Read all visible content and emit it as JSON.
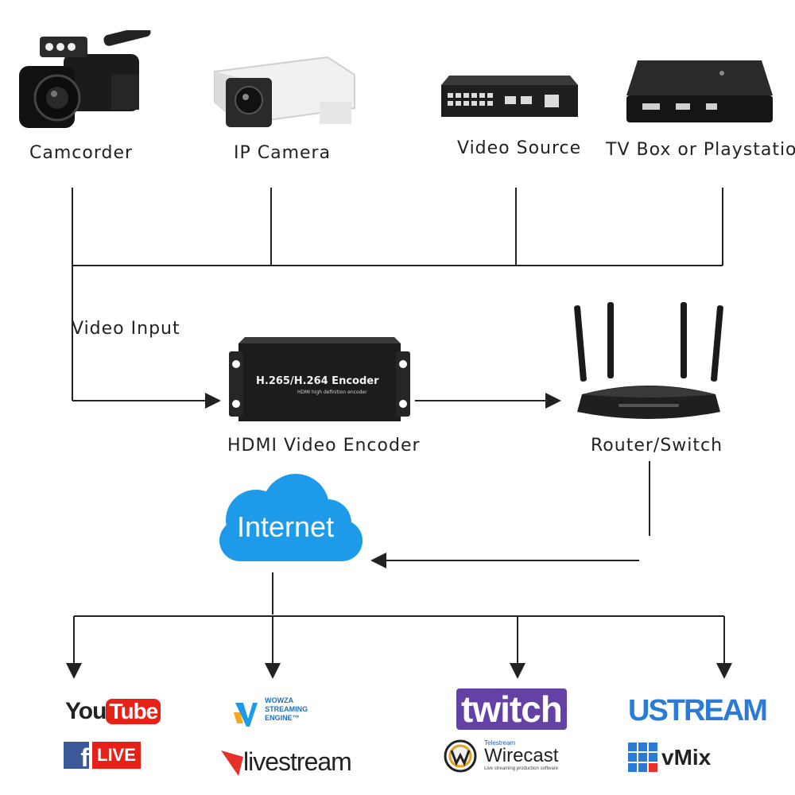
{
  "sources": {
    "camcorder": "Camcorder",
    "ip_camera": "IP Camera",
    "video_source": "Video Source",
    "tv_box": "TV Box or Playstation"
  },
  "video_input_label": "Video Input",
  "encoder": {
    "label": "HDMI Video Encoder",
    "device_title": "H.265/H.264 Encoder",
    "device_subtitle": "HDMI high definition encoder"
  },
  "router_label": "Router/Switch",
  "internet_label": "Internet",
  "platforms": {
    "youtube_you": "You",
    "youtube_tube": "Tube",
    "fb_mark": "f",
    "fb_live": "LIVE",
    "wowza": [
      "WOWZA",
      "STREAMING",
      "ENGINE™"
    ],
    "livestream": "livestream",
    "twitch": "twitch",
    "wirecast_brand": "Telestream",
    "wirecast": "Wirecast",
    "wirecast_tag": "Live streaming production software",
    "ustream": "USTREAM",
    "vmix": "vMix"
  },
  "colors": {
    "line": "#222222",
    "cloud": "#1e9be8",
    "youtube_red": "#e62117",
    "facebook_blue": "#3b5998",
    "twitch_purple": "#6441a5",
    "ustream_blue": "#2b7bd6",
    "livestream_red": "#e4322b"
  }
}
